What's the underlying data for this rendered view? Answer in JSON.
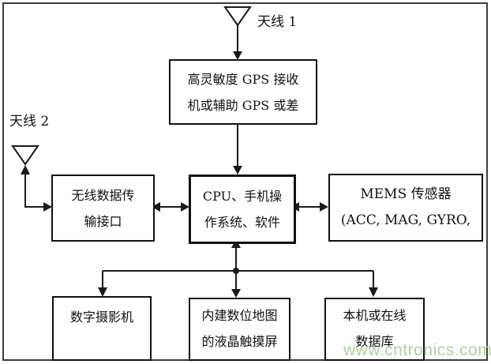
{
  "labels": {
    "antenna1": "天线 1",
    "antenna2": "天线 2"
  },
  "boxes": {
    "gps": {
      "line1": "高灵敏度 GPS 接收",
      "line2": "机或辅助 GPS 或差"
    },
    "wireless": {
      "line1": "无线数据传",
      "line2": "输接口"
    },
    "cpu": {
      "line1": "CPU、手机操",
      "line2": "作系统、软件"
    },
    "mems": {
      "line1": "MEMS 传感器",
      "line2": "(ACC, MAG, GYRO,"
    },
    "camera": {
      "line1": "数字摄影机"
    },
    "lcd": {
      "line1": "内建数位地图",
      "line2": "的液晶触摸屏"
    },
    "database": {
      "line1": "本机或在线",
      "line2": "数据库"
    }
  },
  "icons": {
    "antenna1": "antenna-icon",
    "antenna2": "antenna-icon"
  },
  "connectors": {
    "antenna1_to_gps": "down-arrow",
    "gps_to_cpu": "down-arrow",
    "antenna2_to_wireless": "elbow-arrows",
    "wireless_cpu": "double-arrow",
    "cpu_mems": "double-arrow",
    "cpu_lcd": "double-arrow-vertical",
    "branch_to_camera": "down-arrow",
    "branch_to_database": "down-arrow"
  },
  "colors": {
    "line": "#1a1a1a",
    "frame": "#3d3d3d",
    "watermark_green": "#a9d69d"
  },
  "watermark": {
    "text": "www.cntronics.com"
  }
}
